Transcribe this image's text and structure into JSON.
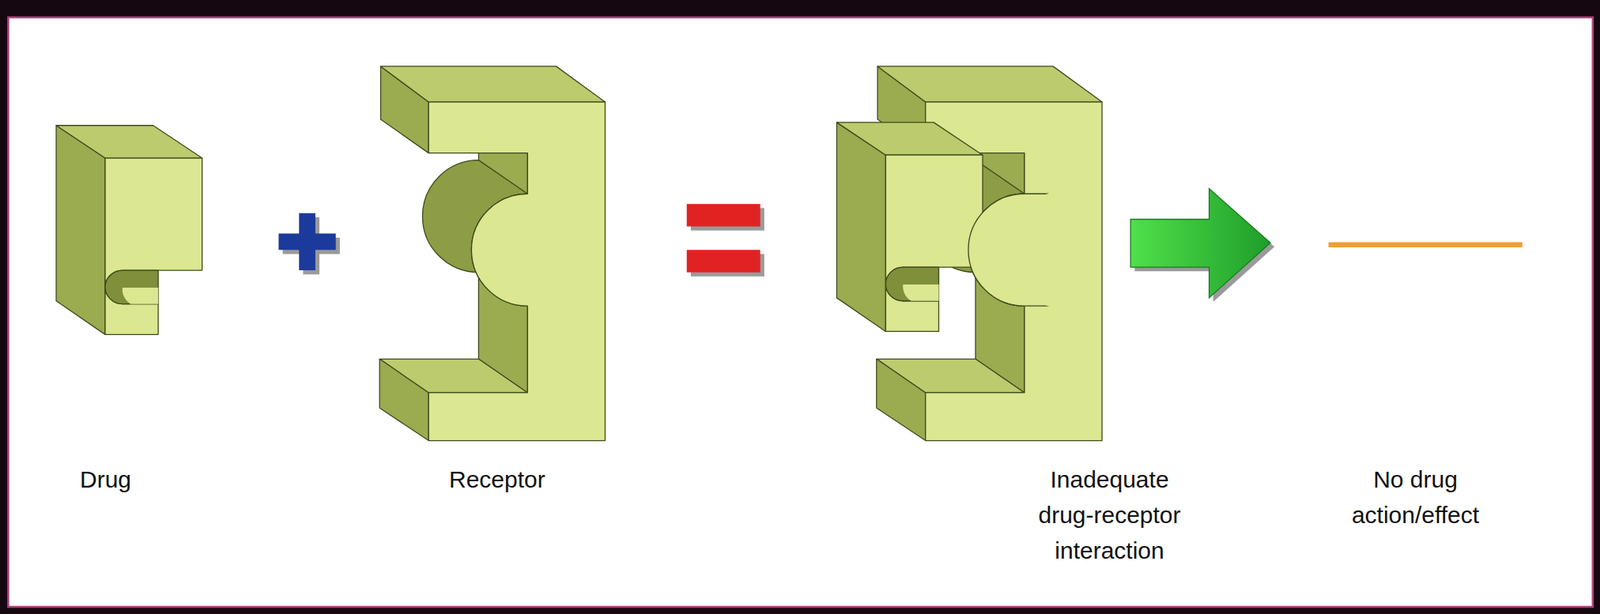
{
  "diagram": {
    "labels": [
      "Drug",
      "Receptor",
      "Inadequate drug-receptor interaction",
      "No drug action/effect"
    ]
  }
}
